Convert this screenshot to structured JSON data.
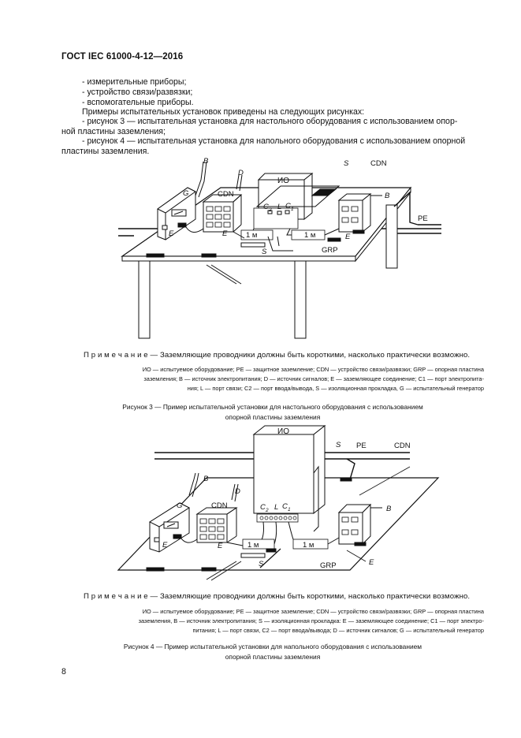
{
  "header": {
    "title": "ГОСТ IEC 61000-4-12—2016"
  },
  "intro": {
    "list": [
      "- измерительные приборы;",
      "- устройство связи/развязки;",
      "- вспомогательные приборы."
    ],
    "examples_intro": "Примеры испытательных установок приведены на следующих рисунках:",
    "fig3_line1": "- рисунок 3 — испытательная установка для настольного оборудования с использованием опор-",
    "fig3_line2": "ной пластины заземления;",
    "fig4_line1": "- рисунок 4 — испытательная установка для напольного оборудования с использованием опорной",
    "fig4_line2": "пластины заземления."
  },
  "figure3": {
    "labels": {
      "B_top": "B",
      "D": "D",
      "IO": "ИО",
      "S_top": "S",
      "CDN_right": "CDN",
      "G": "G",
      "CDN_left": "CDN",
      "B_right": "B",
      "PE": "PE",
      "C2": "C",
      "C2_sub": "2",
      "L": "L",
      "C1": "C",
      "C1_sub": "1",
      "E1": "E",
      "E2": "E",
      "E3": "E",
      "one_m_left": "1 м",
      "one_m_right": "1 м",
      "S_bottom": "S",
      "GRP": "GRP"
    },
    "note": "П р и м е ч а н и е — Заземляющие проводники должны быть короткими, насколько практически возможно.",
    "legend": [
      "ИО — испытуемое оборудование; PE — защитное заземление; CDN — устройство связи/развязки; GRP — опорная пластина",
      "заземления; B — источник электропитания; D — источник сигналов; E — заземляющее соединение; C1 — порт электропита-",
      "ния; L — порт связи; C2 — порт ввода/вывода, S — изоляционная прокладка, G — испытательный генератор"
    ],
    "caption": [
      "Рисунок 3 — Пример испытательной установки для настольного оборудования с использованием",
      "опорной пластины заземления"
    ]
  },
  "figure4": {
    "labels": {
      "IO": "ИО",
      "S_top": "S",
      "PE": "PE",
      "CDN_right": "CDN",
      "B_top": "B",
      "D": "D",
      "G": "G",
      "CDN_left": "CDN",
      "C2": "C",
      "C2_sub": "2",
      "L": "L",
      "C1": "C",
      "C1_sub": "1",
      "B_right": "B",
      "E1": "E",
      "E2": "E",
      "one_m_left": "1 м",
      "one_m_right": "1 м",
      "S_bottom": "S",
      "GRP": "GRP",
      "E_bottom": "E"
    },
    "note": "П р и м е ч а н и е — Заземляющие проводники должны быть короткими, насколько практически возможно.",
    "legend": [
      "ИО — испытуемое оборудование; PE — защитное заземление; CDN — устройство связи/развязки; GRP — опорная пластина",
      "заземления, B — источник электропитания; S — изоляционная прокладка: E — заземляющее соединение; C1 — порт электро-",
      "питания; L — порт связи, C2 — порт ввода/вывода; D — источник сигналов; G — испытательный генератор"
    ],
    "caption": [
      "Рисунок 4 — Пример испытательной установки для напольного оборудования с использованием",
      "опорной пластины заземления"
    ]
  },
  "page_number": "8"
}
